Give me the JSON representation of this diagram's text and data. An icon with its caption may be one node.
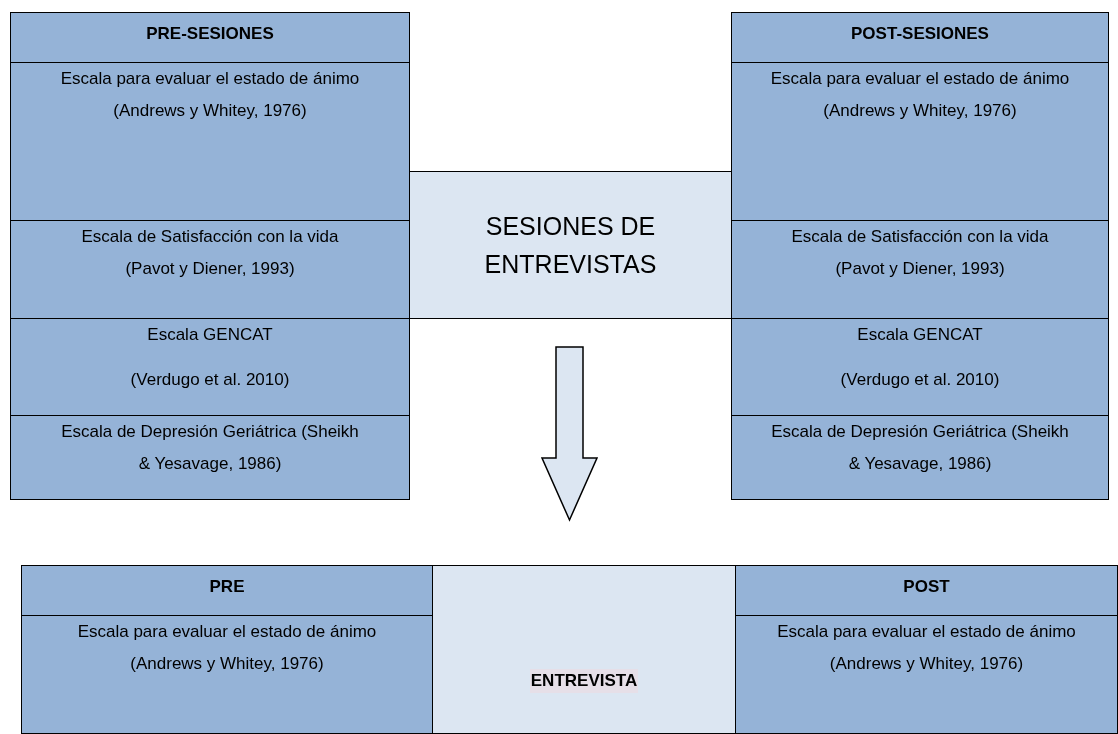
{
  "diagram": {
    "nodes": [
      {
        "text": [
          "PRE-SESIONES"
        ]
      },
      {
        "text": [
          "Escala para evaluar el estado de ánimo (Andrews y Whitey, 1976)"
        ]
      },
      {
        "text": [
          "Escala de Satisfacción con la vida (Pavot y Diener, 1993)"
        ]
      },
      {
        "text": [
          "Escala GENCAT",
          "(Verdugo et al. 2010)"
        ]
      },
      {
        "text": [
          "Escala de Depresión Geriátrica (Sheikh & Yesavage, 1986)"
        ]
      },
      {
        "text": [
          "SESIONES DE ENTREVISTAS"
        ]
      },
      {
        "text": [
          "POST-SESIONES"
        ]
      },
      {
        "text": [
          "Escala para evaluar el estado de ánimo (Andrews y Whitey, 1976)"
        ]
      },
      {
        "text": [
          "Escala de Satisfacción con la vida (Pavot y Diener, 1993)"
        ]
      },
      {
        "text": [
          "Escala GENCAT",
          "(Verdugo et al. 2010)"
        ]
      },
      {
        "text": [
          "Escala de Depresión Geriátrica (Sheikh & Yesavage, 1986)"
        ]
      },
      {
        "text": [
          "PRE"
        ]
      },
      {
        "text": [
          "Escala para evaluar el estado de ánimo (Andrews y Whitey, 1976)"
        ]
      },
      {
        "text": [
          "ENTREVISTA"
        ]
      },
      {
        "text": [
          "POST"
        ]
      },
      {
        "text": [
          "Escala para evaluar el estado de ánimo (Andrews y Whitey, 1976)"
        ]
      }
    ],
    "edges": [
      {
        "from": 5,
        "to": 13,
        "arrow": "to",
        "style": "thick"
      }
    ]
  }
}
